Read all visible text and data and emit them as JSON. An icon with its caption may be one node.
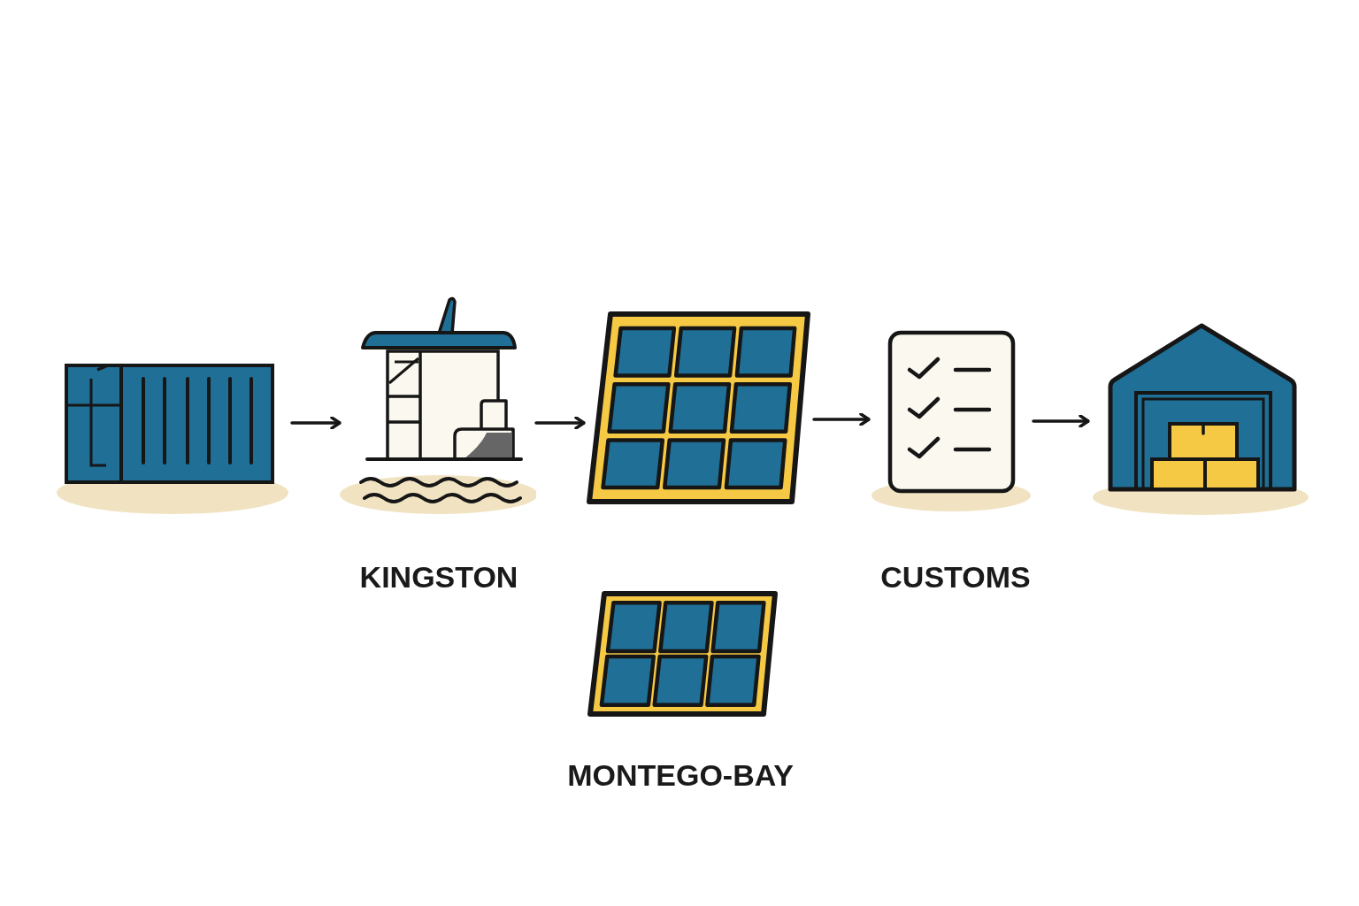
{
  "diagram": {
    "nodes": [
      {
        "text": [],
        "shape": "picture"
      },
      {
        "text": [],
        "shape": "picture",
        "beside": [
          "KINGSTON"
        ]
      },
      {
        "text": [],
        "shape": "picture"
      },
      {
        "text": [],
        "shape": "picture",
        "beside": [
          "CUSTOMS"
        ]
      },
      {
        "text": [],
        "shape": "picture"
      },
      {
        "text": [],
        "shape": "picture",
        "beside": [
          "MONTEGO-BAY"
        ]
      }
    ],
    "edges": [
      {
        "from": 0,
        "to": 1,
        "arrow": "to"
      },
      {
        "from": 1,
        "to": 2,
        "arrow": "to"
      },
      {
        "from": 2,
        "to": 3,
        "arrow": "to"
      },
      {
        "from": 3,
        "to": 4,
        "arrow": "to"
      }
    ]
  }
}
